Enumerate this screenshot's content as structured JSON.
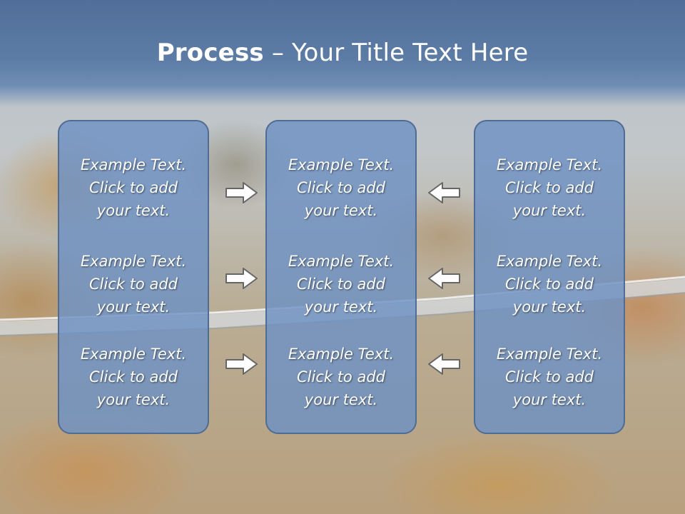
{
  "title": {
    "bold": "Process",
    "rest": " – Your Title Text Here"
  },
  "panels": [
    {
      "items": [
        "Example Text.\nClick  to add\nyour text.",
        "Example Text.\nClick  to add\nyour text.",
        "Example Text.\nClick  to add\nyour text."
      ]
    },
    {
      "items": [
        "Example Text.\nClick  to add\nyour text.",
        "Example Text.\nClick  to add\nyour text.",
        "Example Text.\nClick  to add\nyour text."
      ]
    },
    {
      "items": [
        "Example Text.\nClick  to add\nyour text.",
        "Example Text.\nClick  to add\nyour text.",
        "Example Text.\nClick  to add\nyour text."
      ]
    }
  ],
  "icons": {
    "left_arrows": "right-arrow-icon",
    "right_arrows": "left-arrow-icon"
  },
  "colors": {
    "header": "#5c7ca6",
    "panel_fill": "#6e91c3",
    "panel_border": "#4f6c94",
    "arrow_fill": "#ffffff",
    "arrow_stroke": "#666666"
  }
}
